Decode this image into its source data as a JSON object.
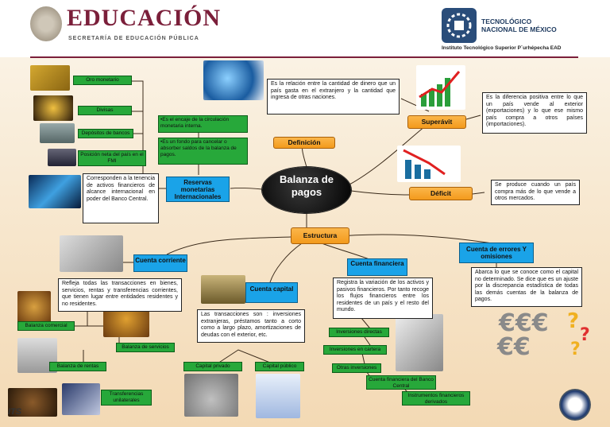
{
  "header": {
    "sep_title": "EDUCACIÓN",
    "sep_subtitle": "SECRETARÍA DE EDUCACIÓN PÚBLICA",
    "tec_name_line1": "TECNOLÓGICO",
    "tec_name_line2": "NACIONAL DE MÉXICO",
    "tec_institute": "Instituto Tecnológico Superior P´urhépecha EAD"
  },
  "center": {
    "line1": "Balanza de",
    "line2": "pagos"
  },
  "definicion": {
    "label": "Definición",
    "text": "Es la relación entre la cantidad de dinero que un país gasta en el extranjero y la cantidad que ingresa de otras naciones."
  },
  "superavit": {
    "label": "Superávit",
    "text": "Es la diferencia positiva entre lo que un país vende al exterior (exportaciones) y lo que ese mismo país compra a otros países (importaciones)."
  },
  "deficit": {
    "label": "Déficit",
    "text": "Se produce cuando un país compra más de lo que vende a otros mercados."
  },
  "reservas": {
    "label": "Reservas monetarias Internacionales",
    "desc1": "•Es el encaje de la circulación monetaria interna.",
    "desc2": "•Es un fondo para cancelar o absorber saldos de la balanza de pagos.",
    "text": "Corresponden a la tenencia de activos financieros de alcance internacional en poder del Banco Central.",
    "items": [
      "Oro monetario",
      "Divisas",
      "Depósitos de bancos",
      "Posición neta del país en el FMI"
    ]
  },
  "estructura": {
    "label": "Estructura"
  },
  "cuenta_corriente": {
    "label": "Cuenta corriente",
    "text": "Refleja todas las transacciones en bienes, servicios, rentas y transferencias corrientes, que tienen lugar entre entidades residentes y no residentes.",
    "items": [
      "Balanza comercial",
      "Balanza de servicios",
      "Balanza de rentas",
      "Transferencias unilaterales"
    ]
  },
  "cuenta_capital": {
    "label": "Cuenta capital",
    "text": "Las transacciones son : inversiones extranjeras, préstamos tanto a corto como a largo plazo, amortizaciones de deudas con el exterior, etc.",
    "items": [
      "Capital privado",
      "Capital público"
    ]
  },
  "cuenta_financiera": {
    "label": "Cuenta financiera",
    "text": "Registra la variación de los activos y pasivos financieros. Por tanto recoge los flujos financieros entre los residentes de un país y el resto del mundo.",
    "items": [
      "Inversiones directas",
      "Inversiones en cartera",
      "Otras inversiones",
      "Cuenta financiera del Banco Central",
      "Instrumentos financieros derivados"
    ]
  },
  "errores": {
    "label": "Cuenta de errores Y omisiones",
    "text": "Abarca lo que se conoce como el capital no determinado. Se dice que es un ajuste por la discrepancia estadística de todas las demás cuentas de la balanza de pagos."
  },
  "footer": {
    "its": "ITS"
  },
  "colors": {
    "green": "#27a83a",
    "orange": "#f39a1c",
    "blue": "#1aa3e8",
    "brand": "#7b1f3a"
  },
  "icons": [
    "sep-seal-icon",
    "tecnm-logo-icon",
    "gold-bars-image",
    "coins-image",
    "globe-hand-image",
    "chart-up-image",
    "chart-down-image",
    "euro-question-image"
  ]
}
